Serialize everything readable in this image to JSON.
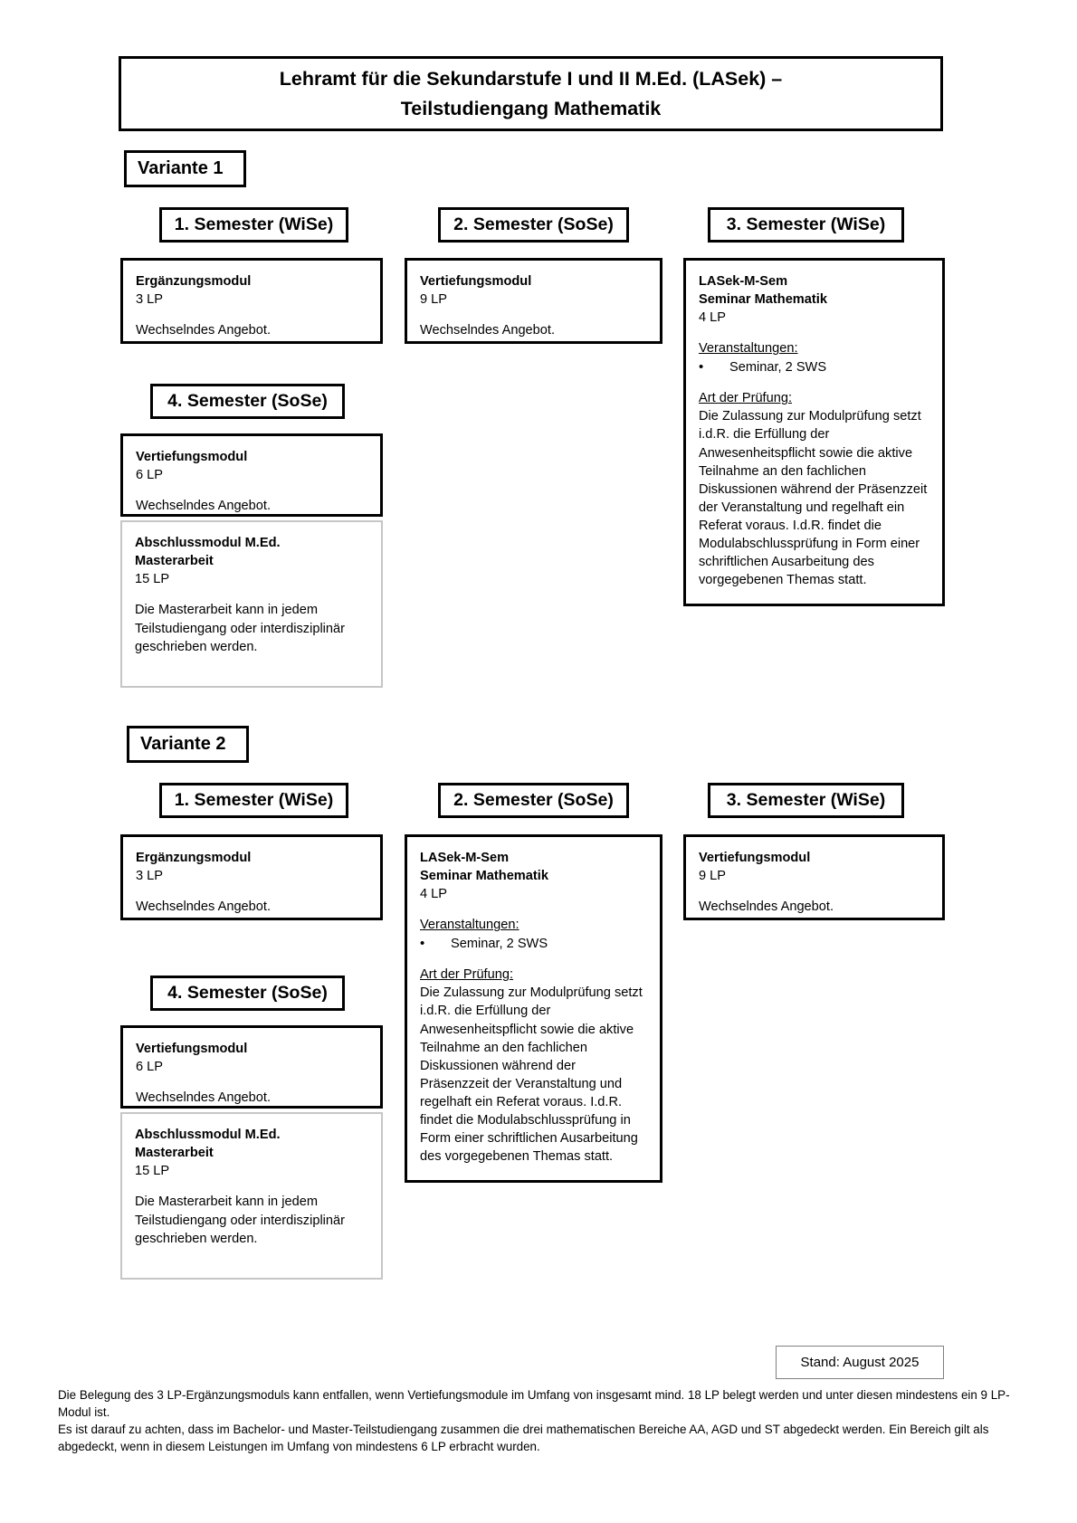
{
  "document": {
    "title_line1": "Lehramt für die Sekundarstufe I und II M.Ed. (LASek) –",
    "title_line2": "Teilstudiengang Mathematik",
    "stand": "Stand: August 2025"
  },
  "labels": {
    "variante1": "Variante 1",
    "variante2": "Variante 2",
    "semester1": "1. Semester (WiSe)",
    "semester2": "2. Semester (SoSe)",
    "semester3": "3. Semester (WiSe)",
    "semester4": "4. Semester (SoSe)"
  },
  "modules": {
    "ergaenzung": {
      "name": "Ergänzungsmodul",
      "lp": "3 LP",
      "note": "Wechselndes Angebot."
    },
    "vertiefung9": {
      "name": "Vertiefungsmodul",
      "lp": "9 LP",
      "note": "Wechselndes Angebot."
    },
    "vertiefung6": {
      "name": "Vertiefungsmodul",
      "lp": "6 LP",
      "note": "Wechselndes Angebot."
    },
    "seminar": {
      "code": "LASek-M-Sem",
      "name": "Seminar Mathematik",
      "lp": "4 LP",
      "veranstaltungen_label": "Veranstaltungen:",
      "veranstaltungen_bullet": "Seminar, 2 SWS",
      "pruefung_label": "Art der Prüfung:",
      "pruefung_text": "Die Zulassung zur Modulprüfung setzt i.d.R. die Erfüllung der Anwesenheitspflicht sowie die aktive Teilnahme an den fachlichen Diskussionen während der Präsenzzeit der Veranstaltung und regelhaft ein Referat voraus. I.d.R. findet die Modulabschlussprüfung in Form einer schriftlichen Ausarbeitung des vorgegebenen Themas statt."
    },
    "abschluss": {
      "name": "Abschlussmodul M.Ed.",
      "name2": "Masterarbeit",
      "lp": "15 LP",
      "note": "Die Masterarbeit kann in jedem Teilstudiengang oder interdisziplinär geschrieben werden."
    }
  },
  "footnotes": {
    "note1": "Die Belegung des 3 LP-Ergänzungsmoduls kann entfallen, wenn Vertiefungsmodule im Umfang von insgesamt mind. 18 LP belegt werden und unter diesen mindestens ein 9 LP-Modul ist.",
    "note2": "Es ist darauf zu achten, dass im Bachelor- und Master-Teilstudiengang zusammen die drei mathematischen Bereiche AA, AGD und ST abgedeckt werden. Ein Bereich gilt als abgedeckt, wenn in diesem Leistungen im Umfang von mindestens 6 LP erbracht wurden."
  },
  "colors": {
    "border_strong": "#000000",
    "border_light": "#c6c6c6",
    "background": "#ffffff"
  }
}
